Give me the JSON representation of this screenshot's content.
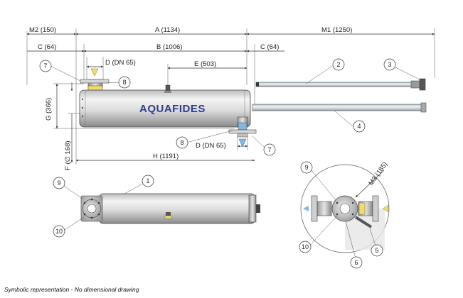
{
  "dimensions": {
    "m2": "M2 (150)",
    "a": "A (1134)",
    "m1": "M1 (1250)",
    "c_left": "C (64)",
    "b": "B (1006)",
    "c_right": "C (64)",
    "d_top": "D (DN 65)",
    "e": "E (503)",
    "g": "G (366)",
    "f": "F (∅ 168)",
    "h": "H (1191)",
    "d_bottom": "D (DN 65)",
    "m3": "M3 (185)"
  },
  "brand": "AQUAFIDES",
  "callouts": {
    "c1": "1",
    "c2": "2",
    "c3": "3",
    "c4": "4",
    "c5": "5",
    "c6": "6",
    "c7_top": "7",
    "c7_bottom": "7",
    "c8_top": "8",
    "c8_bottom": "8",
    "c9_side": "9",
    "c9_end": "9",
    "c10_side": "10",
    "c10_end": "10"
  },
  "footnote": "Symbolic representation - No dimensional drawing",
  "colors": {
    "body_light": "#eeeeee",
    "body_dark": "#8a8a8a",
    "brand": "#2a3f8a",
    "flow_arrow_blue": "#7fb8e0",
    "flow_arrow_yellow": "#f2dc6a",
    "lamp_tube": "#d8e6f0"
  }
}
